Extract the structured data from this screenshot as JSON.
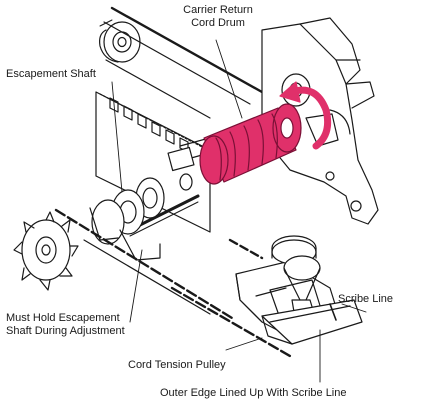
{
  "labels": {
    "carrier_return_line1": "Carrier Return",
    "carrier_return_line2": "Cord Drum",
    "escapement_shaft": "Escapement Shaft",
    "scribe_line": "Scribe Line",
    "must_hold_line1": "Must Hold Escapement",
    "must_hold_line2": "Shaft During Adjustment",
    "cord_tension_pulley": "Cord Tension Pulley",
    "outer_edge": "Outer Edge Lined Up With Scribe Line"
  },
  "colors": {
    "highlight": "#e0306a",
    "line": "#1a1a1a",
    "background": "#ffffff"
  }
}
